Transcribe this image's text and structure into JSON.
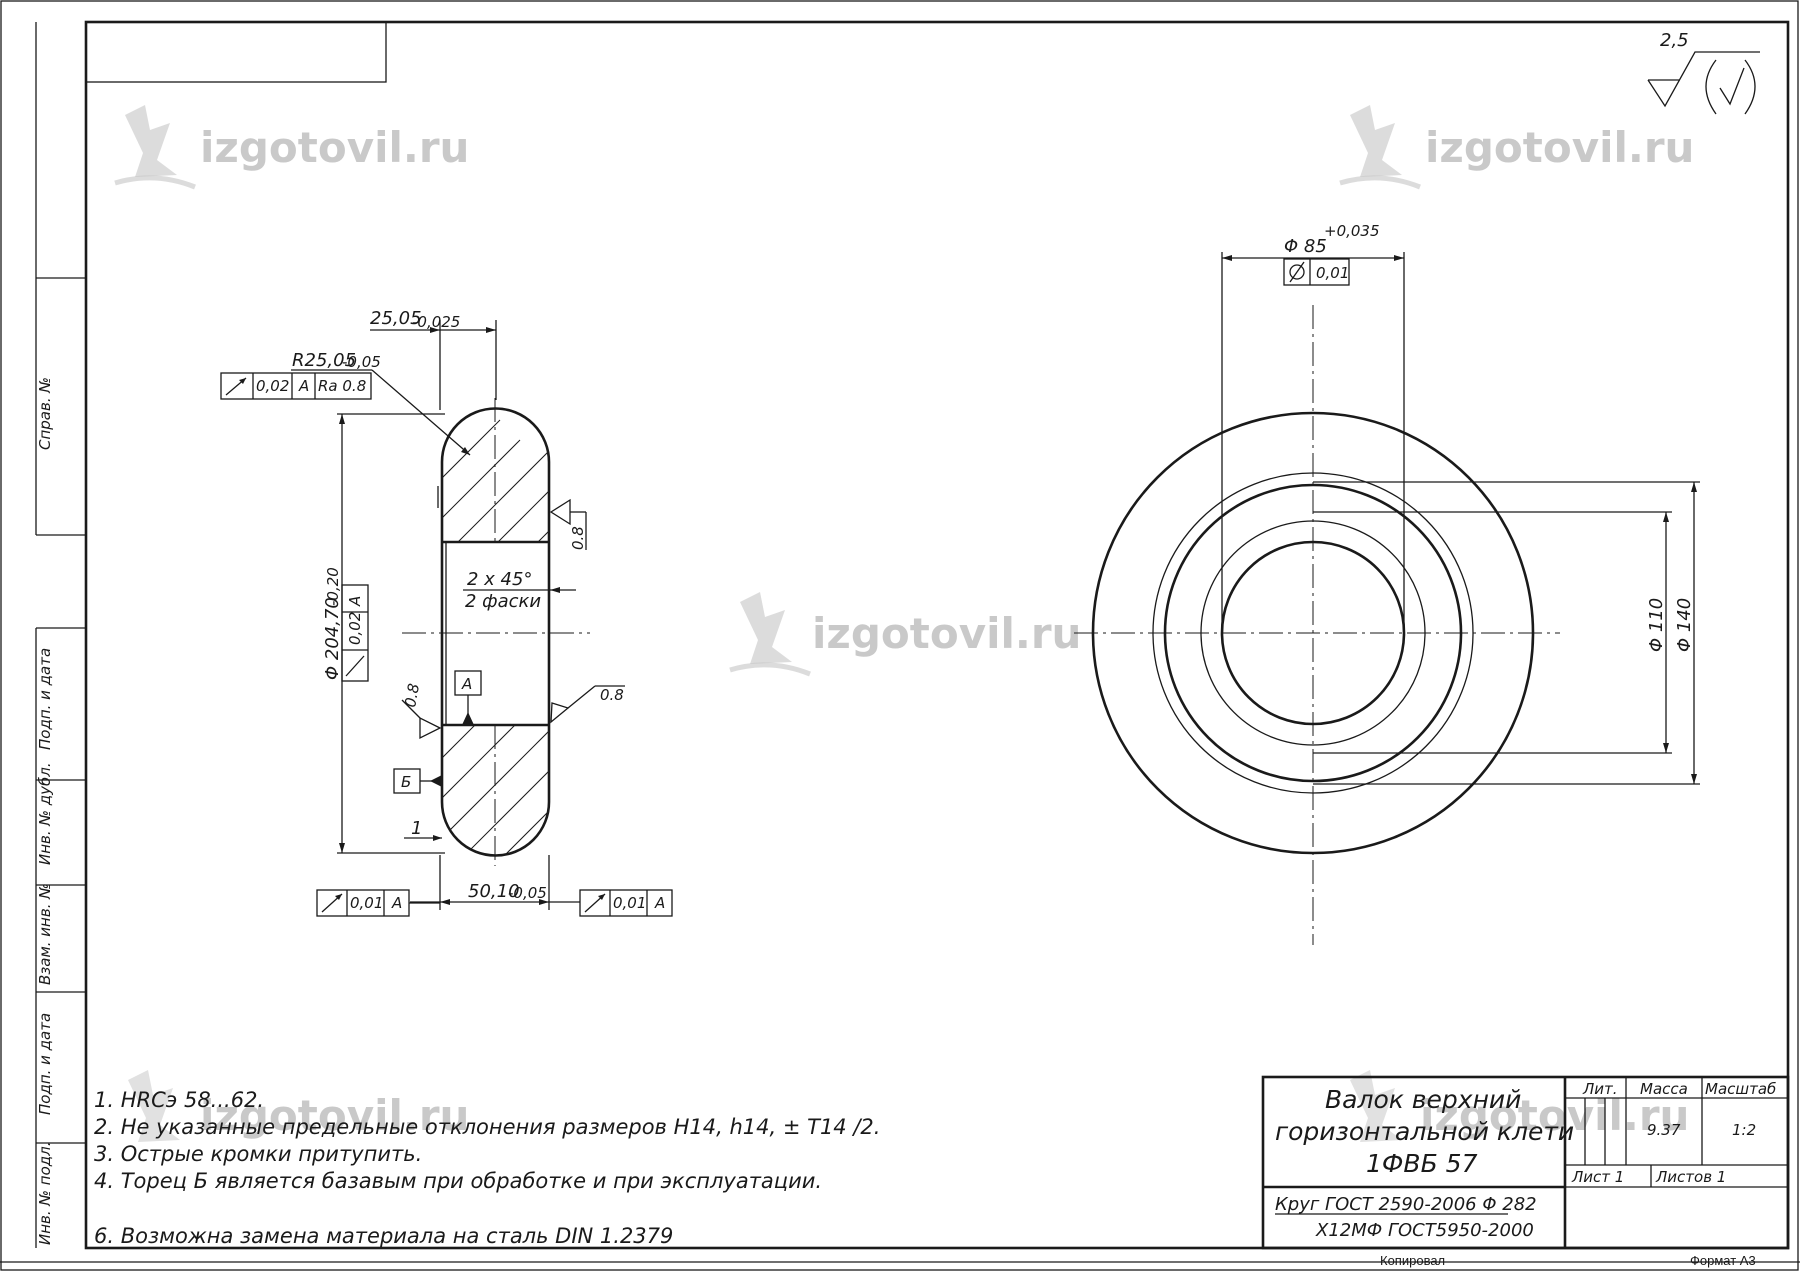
{
  "watermark": {
    "text": "izgotovil.ru"
  },
  "roughness": {
    "value": "2,5"
  },
  "section_view": {
    "dim_width": "25,05",
    "dim_width_tol": "-0,025",
    "dim_radius": "R25,05",
    "dim_radius_tol": "-0,05",
    "runout_top": {
      "value": "0,02",
      "datum": "A",
      "ra": "Ra 0.8"
    },
    "dim_diameter": "Φ 204,70",
    "dim_diameter_tol": "-0,20",
    "runout_diameter": {
      "value": "0,02",
      "datum": "A"
    },
    "chamfer_line1": "2 x 45°",
    "chamfer_line2": "2 фаски",
    "rough_right_top": "0.8",
    "rough_left": "0.8",
    "rough_right_bottom": "0.8",
    "datum_a": "A",
    "datum_b": "Б",
    "dim_small": "1",
    "dim_bottom": "50,10",
    "dim_bottom_tol": "-0,05",
    "runout_bottom_left": {
      "value": "0,01",
      "datum": "A"
    },
    "runout_bottom_right": {
      "value": "0,01",
      "datum": "A"
    }
  },
  "front_view": {
    "dim_bore": "Φ 85",
    "dim_bore_tol": "+0,035",
    "cylindricity": "0,01",
    "dim_110": "Φ 110",
    "dim_140": "Φ 140"
  },
  "notes": [
    "1.  HRCэ 58...62.",
    "2. Не указанные предельные отклонения размеров H14, h14,   ± T14 /2.",
    "3. Острые кромки притупить.",
    "4. Торец Б является базавым при обработке и при эксплуатации.",
    "6. Возможна замена материала на сталь DIN 1.2379"
  ],
  "left_strip": {
    "sprav": "Справ. №",
    "podp_data_1": "Подп. и дата",
    "inv_dubl": "Инв. № дубл.",
    "vzam_inv": "Взам. инв. №",
    "podp_data_2": "Подп. и дата",
    "inv_podl": "Инв. № подл."
  },
  "title_block": {
    "name_line1": "Валок верхний",
    "name_line2": "горизонтальной клети",
    "name_line3": "1ФВБ 57",
    "lit_label": "Лит.",
    "mass_label": "Масса",
    "scale_label": "Масштаб",
    "mass_value": "9.37",
    "scale_value": "1:2",
    "sheet_label": "Лист 1",
    "sheets_label": "Листов 1",
    "material_line1": "Круг ГОСТ 2590-2006   Φ 282",
    "material_line2": "Х12МФ ГОСТ5950-2000",
    "copied": "Копировал",
    "format": "Формат А3"
  }
}
